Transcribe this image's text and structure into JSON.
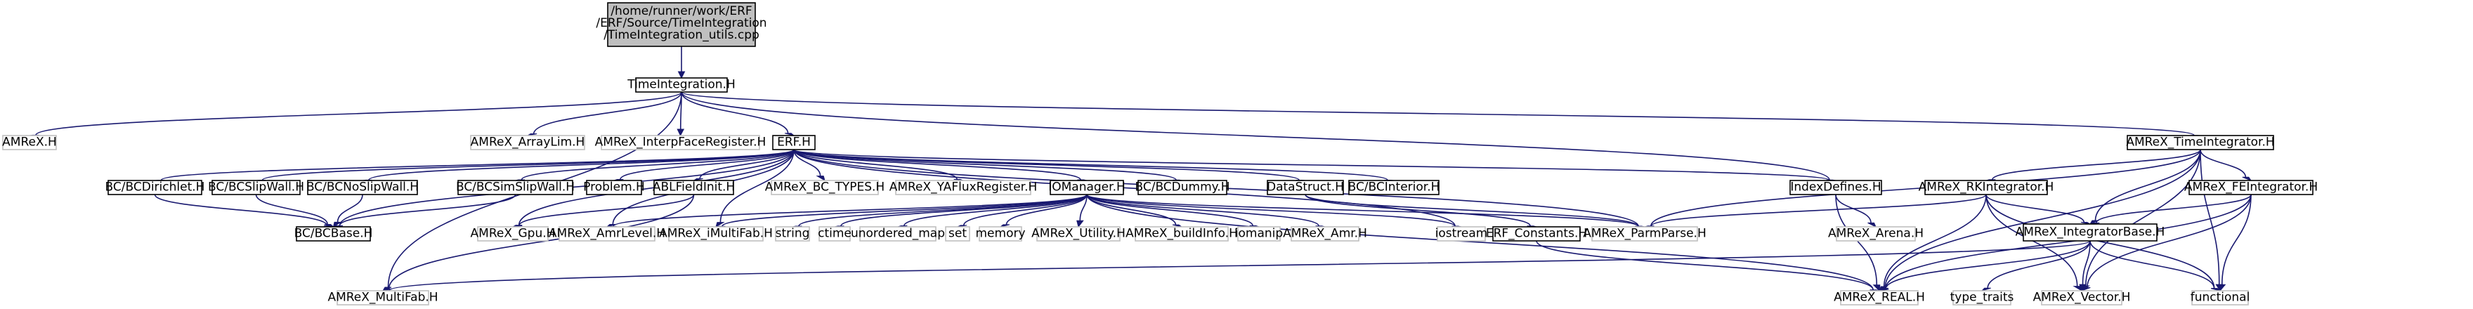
{
  "colors": {
    "edge": "#191970",
    "root_fill": "#bfbfbf",
    "node_border": "#000000",
    "external_border": "#bfbfbf",
    "text": "#000000",
    "external_text": "#000000"
  },
  "root": {
    "lines": [
      "/home/runner/work/ERF",
      "/ERF/Source/TimeIntegration",
      "/TimeIntegration_utils.cpp"
    ]
  },
  "nodes": {
    "time_integration": "TimeIntegration.H",
    "amrex_h": "AMReX.H",
    "amrex_arraylim": "AMReX_ArrayLim.H",
    "amrex_interpface": "AMReX_InterpFaceRegister.H",
    "erf_h": "ERF.H",
    "index_defines": "IndexDefines.H",
    "amrex_timeintegrator": "AMReX_TimeIntegrator.H",
    "bc_dirichlet": "BC/BCDirichlet.H",
    "bc_slipwall": "BC/BCSlipWall.H",
    "bc_noslipwall": "BC/BCNoSlipWall.H",
    "bc_simslipwall": "BC/BCSimSlipWall.H",
    "problem_h": "Problem.H",
    "abl_fieldinit": "ABLFieldInit.H",
    "amrex_bc_types": "AMReX_BC_TYPES.H",
    "amrex_yafluxreg": "AMReX_YAFluxRegister.H",
    "iomanager": "IOManager.H",
    "bc_dummy": "BC/BCDummy.H",
    "datastruct": "DataStruct.H",
    "bc_interior": "BC/BCInterior.H",
    "amrex_rkintegrator": "AMReX_RKIntegrator.H",
    "amrex_feintegrator": "AMReX_FEIntegrator.H",
    "bc_base": "BC/BCBase.H",
    "amrex_gpu": "AMReX_Gpu.H",
    "amrex_amrlevel": "AMReX_AmrLevel.H",
    "amrex_imultifab": "AMReX_iMultiFab.H",
    "string": "string",
    "ctime": "ctime",
    "unordered_map": "unordered_map",
    "set": "set",
    "memory": "memory",
    "amrex_utility": "AMReX_Utility.H",
    "amrex_buildinfo": "AMReX_buildInfo.H",
    "iomanip": "iomanip",
    "amrex_amr": "AMReX_Amr.H",
    "iostream": "iostream",
    "erf_constants": "ERF_Constants.H",
    "amrex_parmparse": "AMReX_ParmParse.H",
    "amrex_arena": "AMReX_Arena.H",
    "amrex_integratorbase": "AMReX_IntegratorBase.H",
    "amrex_multifab": "AMReX_MultiFab.H",
    "amrex_real": "AMReX_REAL.H",
    "type_traits": "type_traits",
    "amrex_vector": "AMReX_Vector.H",
    "functional": "functional"
  }
}
